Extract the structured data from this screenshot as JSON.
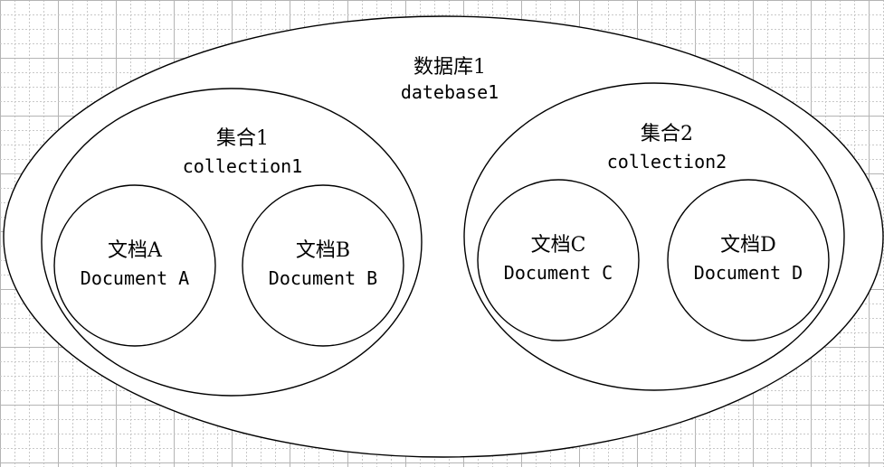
{
  "diagram": {
    "database": {
      "name_zh": "数据库1",
      "name_en": "datebase1"
    },
    "collections": [
      {
        "name_zh": "集合1",
        "name_en": "collection1",
        "documents": [
          {
            "name_zh": "文档A",
            "name_en": "Document A"
          },
          {
            "name_zh": "文档B",
            "name_en": "Document B"
          }
        ]
      },
      {
        "name_zh": "集合2",
        "name_en": "collection2",
        "documents": [
          {
            "name_zh": "文档C",
            "name_en": "Document C"
          },
          {
            "name_zh": "文档D",
            "name_en": "Document D"
          }
        ]
      }
    ],
    "colors": {
      "background": "#ffffff",
      "grid": "#c8c8c8",
      "stroke": "#000000"
    }
  }
}
